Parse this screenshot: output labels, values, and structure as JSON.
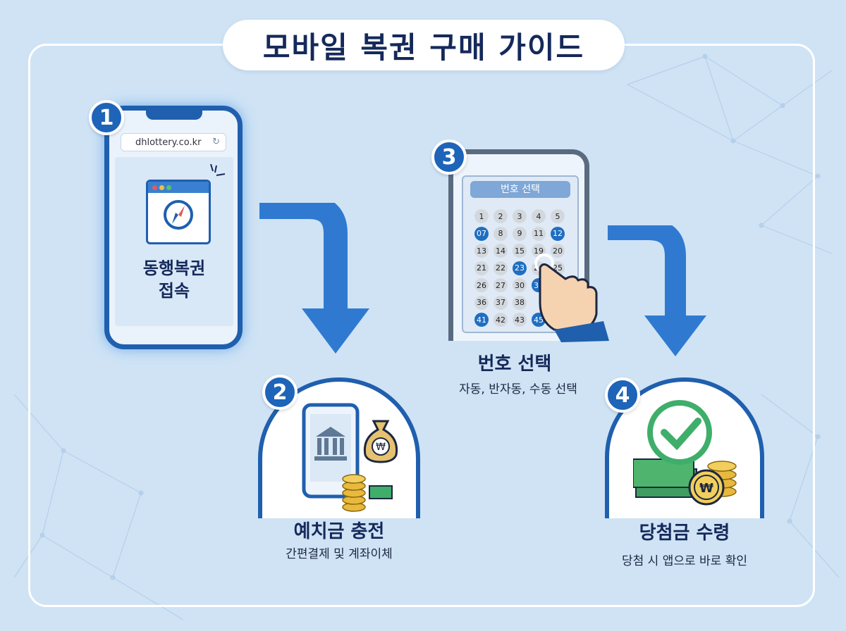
{
  "title": "모바일 복권 구매 가이드",
  "steps": [
    {
      "number": "1",
      "title": "동행복권\n접속",
      "url": "dhlottery.co.kr"
    },
    {
      "number": "2",
      "title": "예치금 충전",
      "subtitle": "간편결제 및 계좌이체",
      "currency_symbol": "₩"
    },
    {
      "number": "3",
      "title": "번호 선택",
      "subtitle": "자동, 반자동, 수동 선택",
      "screen_header": "번호 선택"
    },
    {
      "number": "4",
      "title": "당첨금 수령",
      "subtitle": "당첨 시 앱으로 바로 확인",
      "currency_symbol": "₩"
    }
  ],
  "number_grid": {
    "rows": [
      [
        "1",
        "2",
        "3",
        "4",
        "5"
      ],
      [
        "07",
        "8",
        "9",
        "11",
        "12"
      ],
      [
        "13",
        "14",
        "15",
        "19",
        "20"
      ],
      [
        "21",
        "22",
        "23",
        "24",
        "25"
      ],
      [
        "26",
        "27",
        "30",
        "34",
        ""
      ],
      [
        "36",
        "37",
        "38",
        "",
        ""
      ],
      [
        "41",
        "42",
        "43",
        "45",
        ""
      ]
    ],
    "selected": [
      "07",
      "12",
      "23",
      "34",
      "41",
      "45"
    ]
  },
  "colors": {
    "primary": "#1f64b8",
    "navy": "#15295a",
    "background": "#cfe3f5",
    "gold": "#e8b93c",
    "green": "#3fae6a"
  }
}
